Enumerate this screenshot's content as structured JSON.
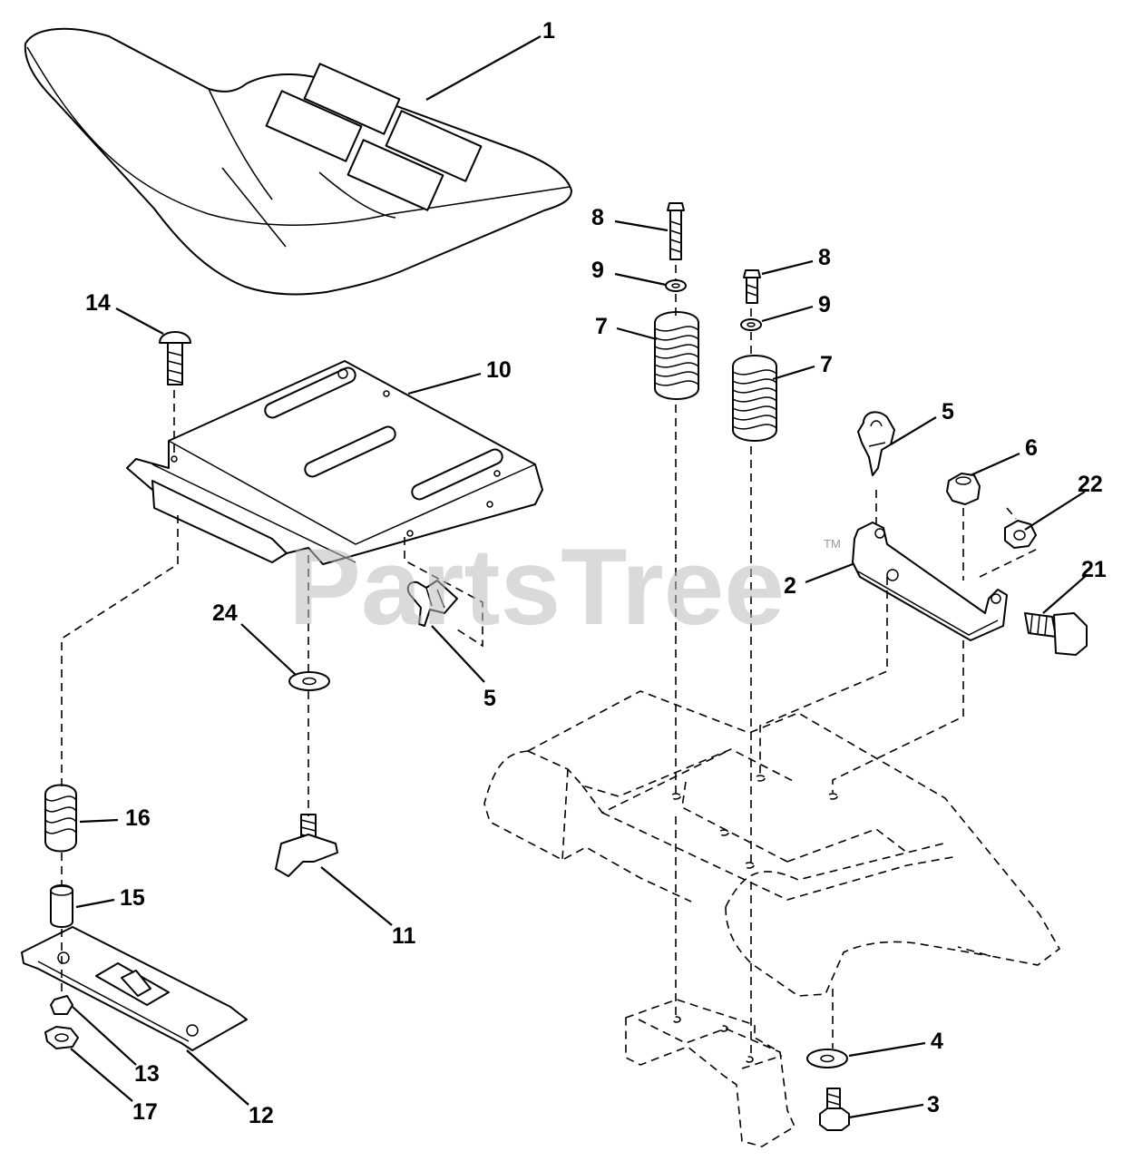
{
  "watermark": {
    "text": "PartsTree",
    "tm": "TM"
  },
  "callouts": [
    {
      "id": "c1",
      "label": "1"
    },
    {
      "id": "c14",
      "label": "14"
    },
    {
      "id": "c10",
      "label": "10"
    },
    {
      "id": "c24",
      "label": "24"
    },
    {
      "id": "c5a",
      "label": "5"
    },
    {
      "id": "c16",
      "label": "16"
    },
    {
      "id": "c15",
      "label": "15"
    },
    {
      "id": "c11",
      "label": "11"
    },
    {
      "id": "c13",
      "label": "13"
    },
    {
      "id": "c17",
      "label": "17"
    },
    {
      "id": "c12",
      "label": "12"
    },
    {
      "id": "c8a",
      "label": "8"
    },
    {
      "id": "c9a",
      "label": "9"
    },
    {
      "id": "c7a",
      "label": "7"
    },
    {
      "id": "c8b",
      "label": "8"
    },
    {
      "id": "c9b",
      "label": "9"
    },
    {
      "id": "c7b",
      "label": "7"
    },
    {
      "id": "c5b",
      "label": "5"
    },
    {
      "id": "c6",
      "label": "6"
    },
    {
      "id": "c22",
      "label": "22"
    },
    {
      "id": "c2",
      "label": "2"
    },
    {
      "id": "c21",
      "label": "21"
    },
    {
      "id": "c4",
      "label": "4"
    },
    {
      "id": "c3",
      "label": "3"
    }
  ]
}
